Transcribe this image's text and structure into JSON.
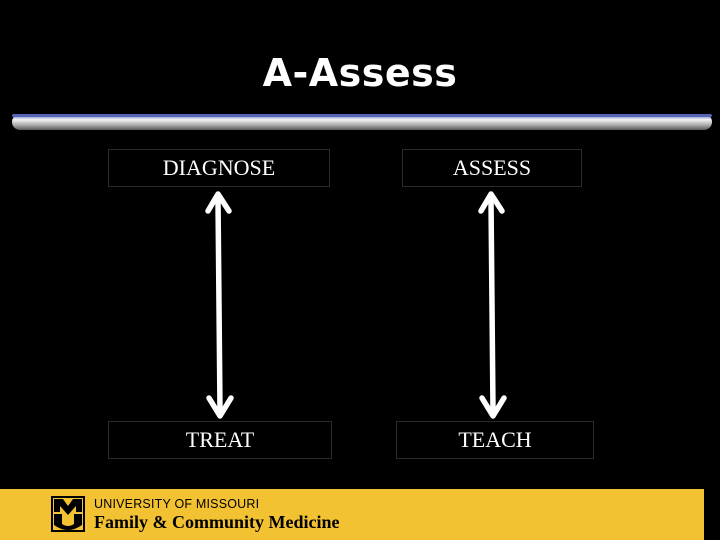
{
  "slide": {
    "title": "A-Assess",
    "labels": {
      "top_left": "DIAGNOSE",
      "top_right": "ASSESS",
      "bottom_left": "TREAT",
      "bottom_right": "TEACH"
    },
    "footer": {
      "university": "UNIVERSITY OF MISSOURI",
      "department": "Family & Community Medicine",
      "logo_icon": "mu-logo-icon"
    },
    "colors": {
      "background": "#000000",
      "footer_band": "#f2c232",
      "text": "#ffffff",
      "rule_gradient": [
        "#4d5dab",
        "#dddddd",
        "#8a8a8a"
      ]
    }
  }
}
